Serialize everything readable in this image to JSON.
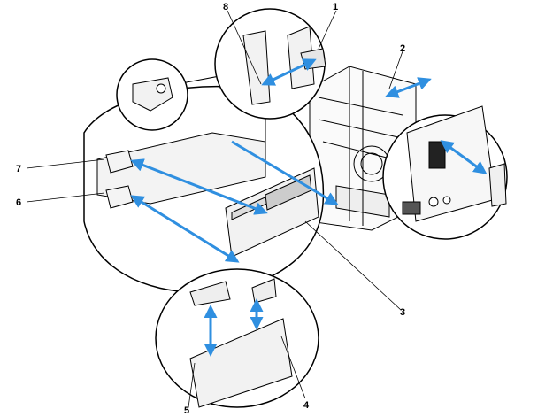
{
  "figure": {
    "callouts": [
      {
        "id": "c1",
        "text": "1"
      },
      {
        "id": "c2",
        "text": "2"
      },
      {
        "id": "c3",
        "text": "3"
      },
      {
        "id": "c4",
        "text": "4"
      },
      {
        "id": "c5",
        "text": "5"
      },
      {
        "id": "c6",
        "text": "6"
      },
      {
        "id": "c7",
        "text": "7"
      },
      {
        "id": "c8",
        "text": "8"
      }
    ],
    "colors": {
      "line": "#000000",
      "arrow": "#2f8fe0",
      "background": "#ffffff",
      "metal": "#f2f2f2"
    }
  }
}
